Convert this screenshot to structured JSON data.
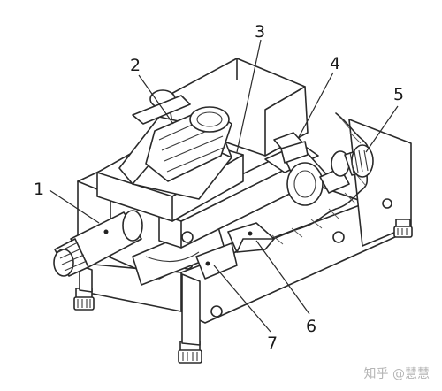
{
  "diagram": {
    "callouts": [
      {
        "id": "1",
        "label": "1"
      },
      {
        "id": "2",
        "label": "2"
      },
      {
        "id": "3",
        "label": "3"
      },
      {
        "id": "4",
        "label": "4"
      },
      {
        "id": "5",
        "label": "5"
      },
      {
        "id": "6",
        "label": "6"
      },
      {
        "id": "7",
        "label": "7"
      }
    ]
  },
  "watermark": {
    "text": "知乎 @慧慧"
  },
  "colors": {
    "ink": "#2a2a2a",
    "background": "#ffffff",
    "watermark": "#b5b5b5"
  }
}
